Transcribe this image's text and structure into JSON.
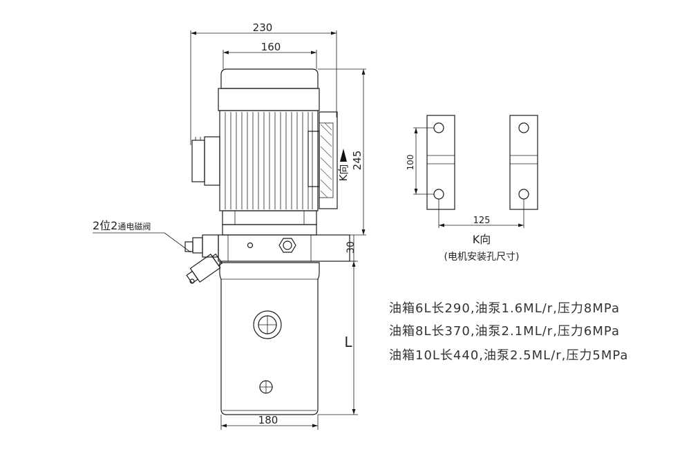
{
  "dimensions": {
    "overall_width": "230",
    "motor_width": "160",
    "height_right": "245",
    "block_height": "30",
    "tank_length": "L",
    "tank_width": "180",
    "hole_spacing_v": "100",
    "hole_spacing_h": "125"
  },
  "labels": {
    "valve": "2位2",
    "valve_suffix": "通电磁阀",
    "k_arrow": "K向",
    "k_view": "K向",
    "k_view_note": "(电机安装孔尺寸)"
  },
  "specs": [
    "油箱6L长290,油泵1.6ML/r,压力8MPa",
    "油箱8L长370,油泵2.1ML/r,压力6MPa",
    "油箱10L长440,油泵2.5ML/r,压力5MPa"
  ]
}
